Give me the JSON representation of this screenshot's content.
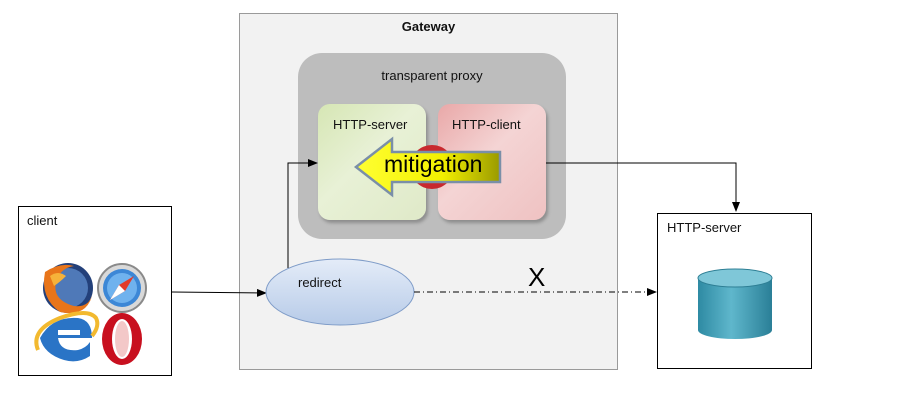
{
  "gateway": {
    "title": "Gateway"
  },
  "proxy": {
    "title": "transparent proxy",
    "server_label": "HTTP-server",
    "client_label": "HTTP-client"
  },
  "mitigation": {
    "label": "mitigation"
  },
  "client": {
    "label": "client",
    "browser_icons": [
      "firefox-icon",
      "safari-icon",
      "internet-explorer-icon",
      "opera-icon"
    ]
  },
  "redirect": {
    "label": "redirect"
  },
  "blocked_path": {
    "label": "X"
  },
  "http_server": {
    "label": "HTTP-server",
    "icon": "database-icon"
  },
  "colors": {
    "gateway_bg": "#f2f2f2",
    "proxy_bg": "#bdbdbd",
    "server_inner": "#dfe9c8",
    "client_inner": "#efc2c2",
    "arrow_fill": "#ffff00",
    "database": "#3a96ad",
    "redirect_fill": "#c8d8f0"
  }
}
